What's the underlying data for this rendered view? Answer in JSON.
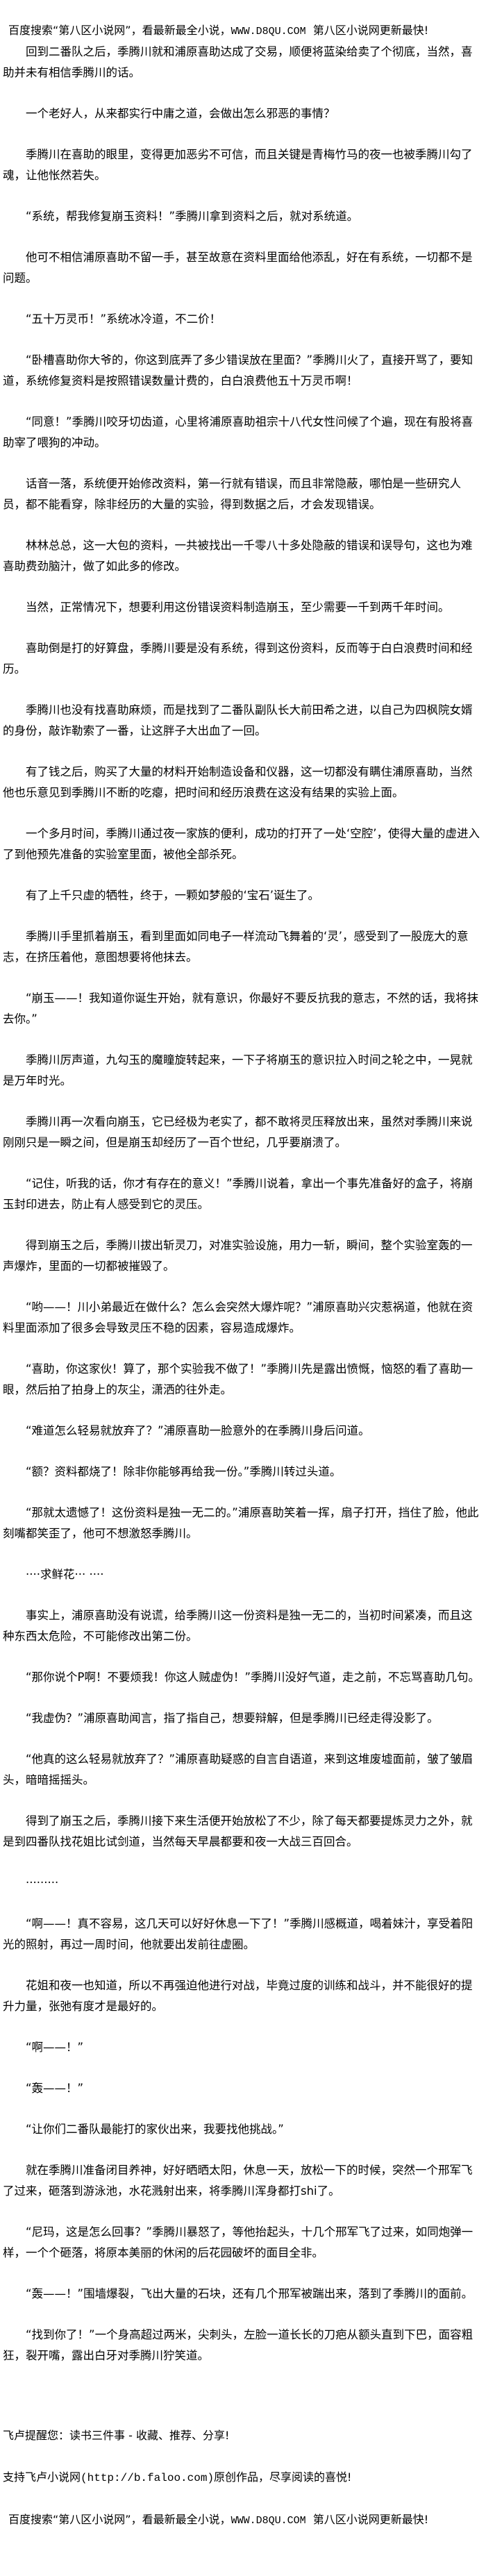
{
  "banner": {
    "prefix": "百度搜索“第八区小说网”，看最新最全小说，",
    "url": "WWW.D8QU.COM",
    "suffix": "  第八区小说网更新最快!"
  },
  "paragraphs": [
    "回到二番队之后，季腾川就和浦原喜助达成了交易，顺便将蓝染给卖了个彻底，当然，喜助并未有相信季腾川的话。",
    "一个老好人，从来都实行中庸之道，会做出怎么邪恶的事情？",
    "季腾川在喜助的眼里，变得更加恶劣不可信，而且关键是青梅竹马的夜一也被季腾川勾了魂，让他怅然若失。",
    "“系统，帮我修复崩玉资料！”季腾川拿到资料之后，就对系统道。",
    "他可不相信浦原喜助不留一手，甚至故意在资料里面给他添乱，好在有系统，一切都不是问题。",
    "“五十万灵币！”系统冰冷道，不二价！",
    "“卧槽喜助你大爷的，你这到底弄了多少错误放在里面？”季腾川火了，直接开骂了，要知道，系统修复资料是按照错误数量计费的，白白浪费他五十万灵币啊！",
    "“同意！”季腾川咬牙切齿道，心里将浦原喜助祖宗十八代女性问候了个遍，现在有股将喜助宰了喂狗的冲动。",
    "话音一落，系统便开始修改资料，第一行就有错误，而且非常隐蔽，哪怕是一些研究人员，都不能看穿，除非经历的大量的实验，得到数据之后，才会发现错误。",
    "林林总总，这一大包的资料，一共被找出一千零八十多处隐蔽的错误和误导句，这也为难喜助费劲脑汁，做了如此多的修改。",
    "当然，正常情况下，想要利用这份错误资料制造崩玉，至少需要一千到两千年时间。",
    "喜助倒是打的好算盘，季腾川要是没有系统，得到这份资料，反而等于白白浪费时间和经历。",
    "季腾川也没有找喜助麻烦，而是找到了二番队副队长大前田希之进，以自己为四枫院女婿的身份，敲诈勒索了一番，让这胖子大出血了一回。",
    "有了钱之后，购买了大量的材料开始制造设备和仪器，这一切都没有瞒住浦原喜助，当然他也乐意见到季腾川不断的吃瘪，把时间和经历浪费在这没有结果的实验上面。",
    "一个多月时间，季腾川通过夜一家族的便利，成功的打开了一处‘空腔’，使得大量的虚进入了到他预先准备的实验室里面，被他全部杀死。",
    "有了上千只虚的牺牲，终于，一颗如梦般的‘宝石’诞生了。",
    "季腾川手里抓着崩玉，看到里面如同电子一样流动飞舞着的‘灵’，感受到了一股庞大的意志，在挤压着他，意图想要将他抹去。",
    "“崩玉——！我知道你诞生开始，就有意识，你最好不要反抗我的意志，不然的话，我将抹去你。”",
    "季腾川厉声道，九勾玉的魔瞳旋转起来，一下子将崩玉的意识拉入时间之轮之中，一晃就是万年时光。",
    "季腾川再一次看向崩玉，它已经极为老实了，都不敢将灵压释放出来，虽然对季腾川来说刚刚只是一瞬之间，但是崩玉却经历了一百个世纪，几乎要崩溃了。",
    "“记住，听我的话，你才有存在的意义！”季腾川说着，拿出一个事先准备好的盒子，将崩玉封印进去，防止有人感受到它的灵压。",
    "得到崩玉之后，季腾川拔出斩灵刀，对准实验设施，用力一斩，瞬间，整个实验室轰的一声爆炸，里面的一切都被摧毁了。",
    "“哟——！川小弟最近在做什么？怎么会突然大爆炸呢？”浦原喜助兴灾惹祸道，他就在资料里面添加了很多会导致灵压不稳的因素，容易造成爆炸。",
    "“喜助，你这家伙！算了，那个实验我不做了！”季腾川先是露出愤慨，恼怒的看了喜助一眼，然后拍了拍身上的灰尘，潇洒的往外走。",
    "“难道怎么轻易就放弃了？”浦原喜助一脸意外的在季腾川身后问道。",
    "“额？资料都烧了！除非你能够再给我一份。”季腾川转过头道。",
    "“那就太遗憾了！这份资料是独一无二的。”浦原喜助笑着一挥，扇子打开，挡住了脸，他此刻嘴都笑歪了，他可不想激怒季腾川。",
    "····求鲜花··· ····",
    "事实上，浦原喜助没有说谎，给季腾川这一份资料是独一无二的，当初时间紧凑，而且这种东西太危险，不可能修改出第二份。",
    "“那你说个P啊！不要烦我！你这人贼虚伪！”季腾川没好气道，走之前，不忘骂喜助几句。",
    "“我虚伪？”浦原喜助闻言，指了指自己，想要辩解，但是季腾川已经走得没影了。",
    "“他真的这么轻易就放弃了？”浦原喜助疑惑的自言自语道，来到这堆废墟面前，皱了皱眉头，暗暗摇摇头。",
    "得到了崩玉之后，季腾川接下来生活便开始放松了不少，除了每天都要提炼灵力之外，就是到四番队找花姐比试剑道，当然每天早晨都要和夜一大战三百回合。",
    "·········",
    "“啊——！真不容易，这几天可以好好休息一下了！”季腾川感概道，喝着妹汁，享受着阳光的照射，再过一周时间，他就要出发前往虚圈。",
    "花姐和夜一也知道，所以不再强迫他进行对战，毕竟过度的训练和战斗，并不能很好的提升力量，张弛有度才是最好的。",
    "“啊——！”",
    "“轰——！”",
    "“让你们二番队最能打的家伙出来，我要找他挑战。”",
    "就在季腾川准备闭目养神，好好晒晒太阳，休息一天，放松一下的时候，突然一个邢军飞了过来，砸落到游泳池，水花溅射出来，将季腾川浑身都打shi了。",
    "“尼玛，这是怎么回事？”季腾川暴怒了，等他抬起头，十几个邢军飞了过来，如同炮弹一样，一个个砸落，将原本美丽的休闲的后花园破坏的面目全非。",
    "“轰——！”围墙爆裂，飞出大量的石块，还有几个邢军被踹出来，落到了季腾川的面前。",
    "“找到你了！”一个身高超过两米，尖刺头，左脸一道长长的刀疤从额头直到下巴，面容粗狂，裂开嘴，露出白牙对季腾川狞笑道。"
  ],
  "footer": {
    "reminder": "飞卢提醒您：读书三件事 - 收藏、推荐、分享!",
    "support_prefix": "支持飞卢小说网",
    "support_url": "(http://b.faloo.com)",
    "support_suffix": "原创作品，尽享阅读的喜悦!"
  }
}
